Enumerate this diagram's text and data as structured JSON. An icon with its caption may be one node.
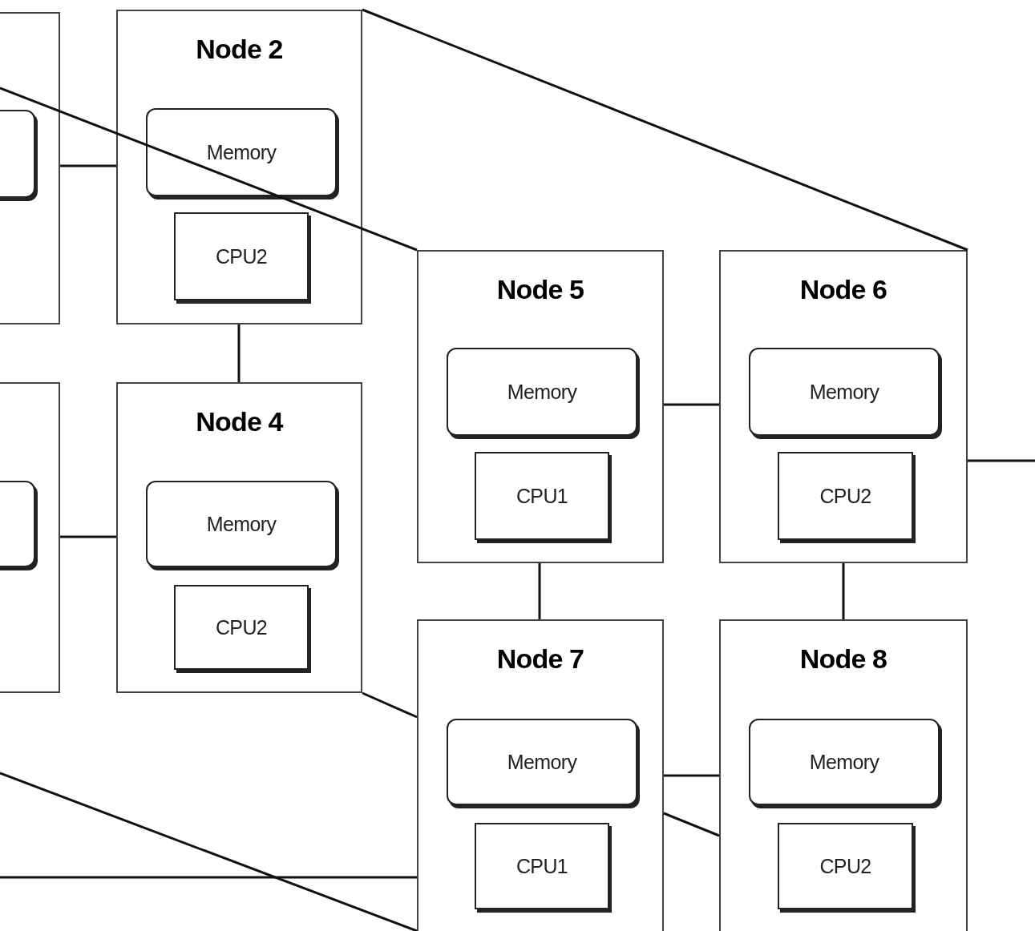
{
  "diagram": {
    "nodes": [
      {
        "text": [],
        "shape": "box"
      },
      {
        "text": [],
        "shape": "box",
        "in": 0
      },
      {
        "text": [
          "Node 2"
        ]
      },
      {
        "text": [
          "Memory"
        ],
        "in": 2
      },
      {
        "text": [
          "CPU2"
        ],
        "in": 2
      },
      {
        "text": [
          "Node 5"
        ]
      },
      {
        "text": [
          "Memory"
        ],
        "in": 5
      },
      {
        "text": [
          "CPU1"
        ],
        "in": 5
      },
      {
        "text": [
          "Node 6"
        ]
      },
      {
        "text": [
          "Memory"
        ],
        "in": 8
      },
      {
        "text": [
          "CPU2"
        ],
        "in": 8
      },
      {
        "text": [],
        "shape": "box"
      },
      {
        "text": [],
        "shape": "box",
        "in": 11
      },
      {
        "text": [
          "Node 4"
        ]
      },
      {
        "text": [
          "Memory"
        ],
        "in": 13
      },
      {
        "text": [
          "CPU2"
        ],
        "in": 13
      },
      {
        "text": [
          "Node 7"
        ]
      },
      {
        "text": [
          "Memory"
        ],
        "in": 16
      },
      {
        "text": [
          "CPU1"
        ],
        "in": 16
      },
      {
        "text": [
          "Node 8"
        ]
      },
      {
        "text": [
          "Memory"
        ],
        "in": 19
      },
      {
        "text": [
          "CPU2"
        ],
        "in": 19
      }
    ],
    "edges": [
      {
        "from": 0,
        "to": 2,
        "arrow": "none"
      },
      {
        "from": 2,
        "to": 13,
        "arrow": "none"
      },
      {
        "from": 11,
        "to": 13,
        "arrow": "none"
      },
      {
        "from": 5,
        "to": 8,
        "arrow": "none"
      },
      {
        "from": 5,
        "to": 16,
        "arrow": "none"
      },
      {
        "from": 8,
        "to": 19,
        "arrow": "none"
      },
      {
        "from": 16,
        "to": 19,
        "arrow": "none"
      },
      {
        "from": 8,
        "to": null,
        "arrow": "none"
      },
      {
        "from": null,
        "to": 16,
        "arrow": "none"
      }
    ]
  }
}
